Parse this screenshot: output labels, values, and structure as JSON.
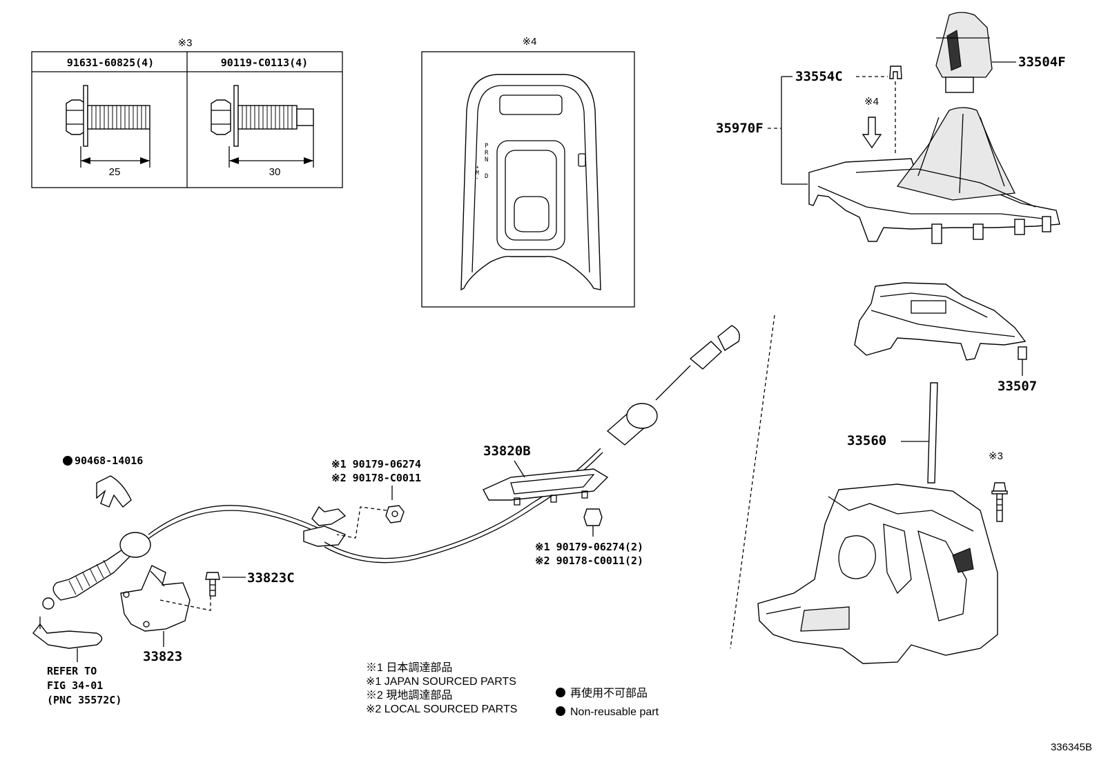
{
  "figure_code": "336345B",
  "bolt_table": {
    "mark": "※3",
    "col1_header": "91631-60825(4)",
    "col2_header": "90119-C0113(4)",
    "col1_length": "25",
    "col2_length": "30"
  },
  "console_detail": {
    "mark": "※4",
    "shift_letters": [
      "P",
      "R",
      "N",
      "D",
      "+",
      "M",
      "-"
    ]
  },
  "parts": {
    "p33504F": "33504F",
    "p33554C": "33554C",
    "p35970F": "35970F",
    "arrow_mark": "※4",
    "p33507": "33507",
    "p33560": "33560",
    "bolt_mark": "※3",
    "p90468": "90468-14016",
    "p33823C": "33823C",
    "p33823": "33823",
    "p33820B": "33820B",
    "nut_top_1": "※1 90179-06274",
    "nut_top_2": "※2 90178-C0011",
    "nut_right_1": "※1 90179-06274(2)",
    "nut_right_2": "※2 90178-C0011(2)"
  },
  "refer": {
    "line1": "REFER TO",
    "line2": "FIG 34-01",
    "line3": "(PNC 35572C)"
  },
  "legend": {
    "l1": "※1  日本調達部品",
    "l2": "※1  JAPAN SOURCED PARTS",
    "l3": "※2  現地調達部品",
    "l4": "※2  LOCAL SOURCED PARTS",
    "r1": "再使用不可部品",
    "r2": "Non-reusable part"
  },
  "colors": {
    "line": "#000000",
    "background": "#ffffff",
    "fill": "#e8e8e8"
  }
}
